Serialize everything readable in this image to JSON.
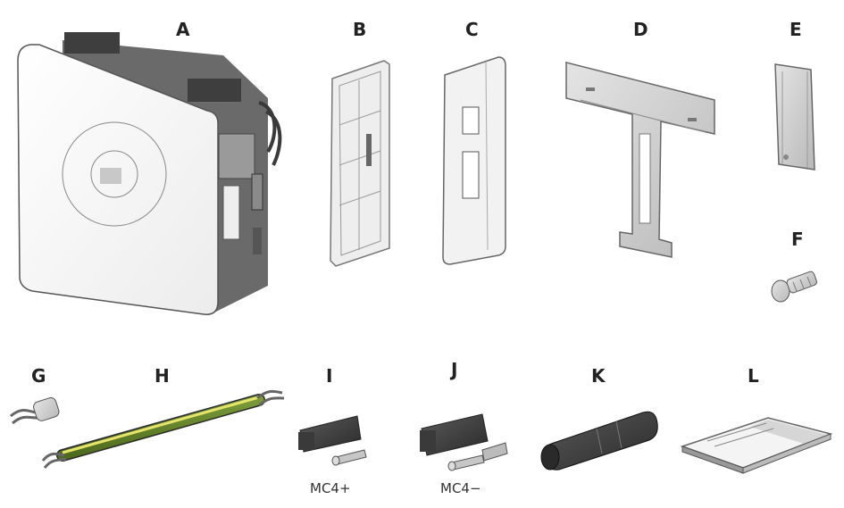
{
  "labels": {
    "a": "A",
    "b": "B",
    "c": "C",
    "d": "D",
    "e": "E",
    "f": "F",
    "g": "G",
    "h": "H",
    "i": "I",
    "j": "J",
    "k": "K",
    "l": "L"
  },
  "sublabels": {
    "i": "MC4+",
    "j": "MC4−"
  }
}
